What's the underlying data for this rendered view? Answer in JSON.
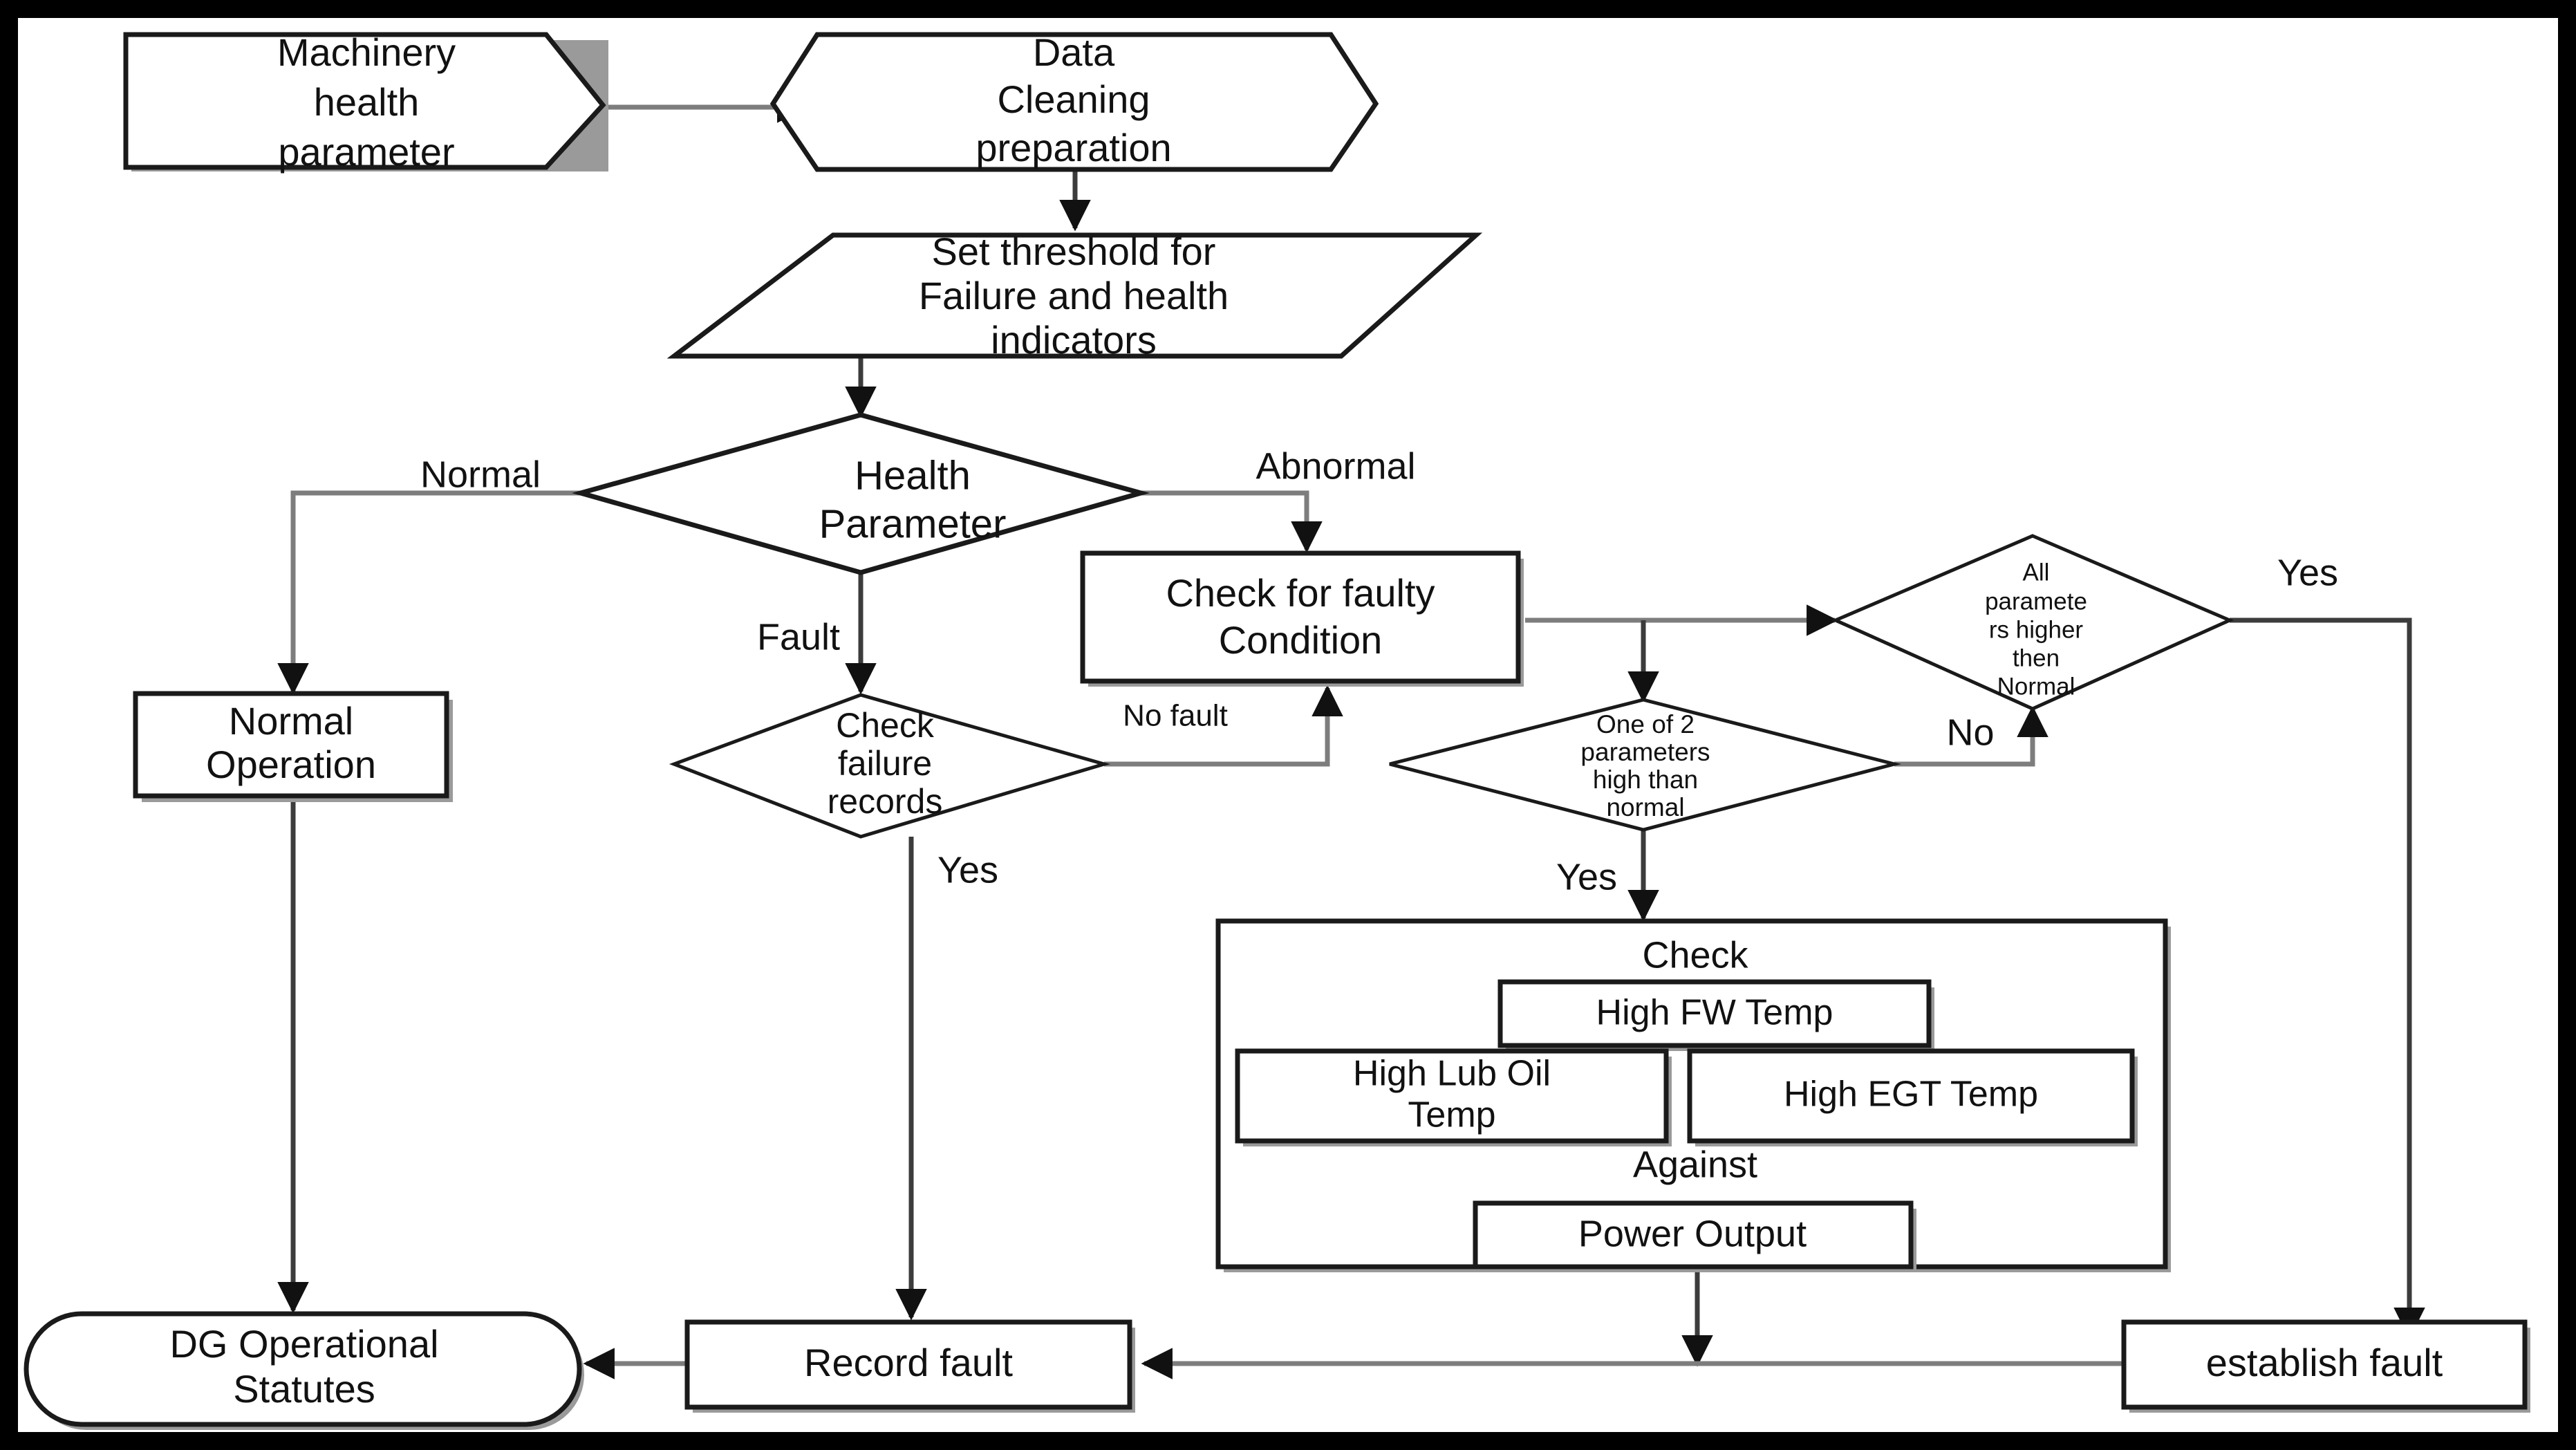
{
  "diagram": {
    "title": "Machinery health parameter fault-diagnosis flowchart",
    "nodes": {
      "machinery_health_parameter": {
        "label_lines": [
          "Machinery",
          "health",
          "parameter"
        ],
        "shape": "pentagon-arrow"
      },
      "data_cleaning_preparation": {
        "label_lines": [
          "Data",
          "Cleaning",
          "preparation"
        ],
        "shape": "hexagon"
      },
      "set_threshold": {
        "label_lines": [
          "Set threshold for",
          "Failure and health",
          "indicators"
        ],
        "shape": "parallelogram"
      },
      "health_parameter": {
        "label_lines": [
          "Health",
          "Parameter"
        ],
        "shape": "diamond"
      },
      "normal_operation": {
        "label_lines": [
          "Normal",
          "Operation"
        ],
        "shape": "rectangle"
      },
      "check_failure_records": {
        "label_lines": [
          "Check",
          "failure",
          "records"
        ],
        "shape": "diamond"
      },
      "check_for_faulty_condition": {
        "label_lines": [
          "Check for faulty",
          "Condition"
        ],
        "shape": "rectangle"
      },
      "one_of_2_parameters": {
        "label_lines": [
          "One of 2",
          "parameters",
          "high than",
          "normal"
        ],
        "shape": "diamond"
      },
      "all_parameters_higher": {
        "label_lines": [
          "All",
          "paramete",
          "rs higher",
          "then",
          "Normal"
        ],
        "shape": "diamond"
      },
      "check_against_group": {
        "heading": "Check",
        "against": "Against",
        "items": [
          "High FW Temp",
          "High Lub Oil Temp",
          "High EGT Temp"
        ],
        "target": "Power Output",
        "shape": "rectangle"
      },
      "dg_operational_statutes": {
        "label_lines": [
          "DG Operational",
          "Statutes"
        ],
        "shape": "rounded-terminator"
      },
      "record_fault": {
        "label_lines": [
          "Record fault"
        ],
        "shape": "rectangle"
      },
      "establish_fault": {
        "label_lines": [
          "establish fault"
        ],
        "shape": "rectangle"
      }
    },
    "edge_labels": {
      "normal": "Normal",
      "abnormal": "Abnormal",
      "fault": "Fault",
      "no_fault": "No fault",
      "yes_failure_records": "Yes",
      "yes_one_of_2": "Yes",
      "no_one_of_2": "No",
      "yes_all_parameters": "Yes"
    },
    "colors": {
      "shape_stroke": "#1a1a1a",
      "shape_fill": "#ffffff",
      "connector": "#7d7d7d",
      "shadow": "#9a9a9a",
      "frame": "#000000",
      "text": "#111111"
    }
  }
}
